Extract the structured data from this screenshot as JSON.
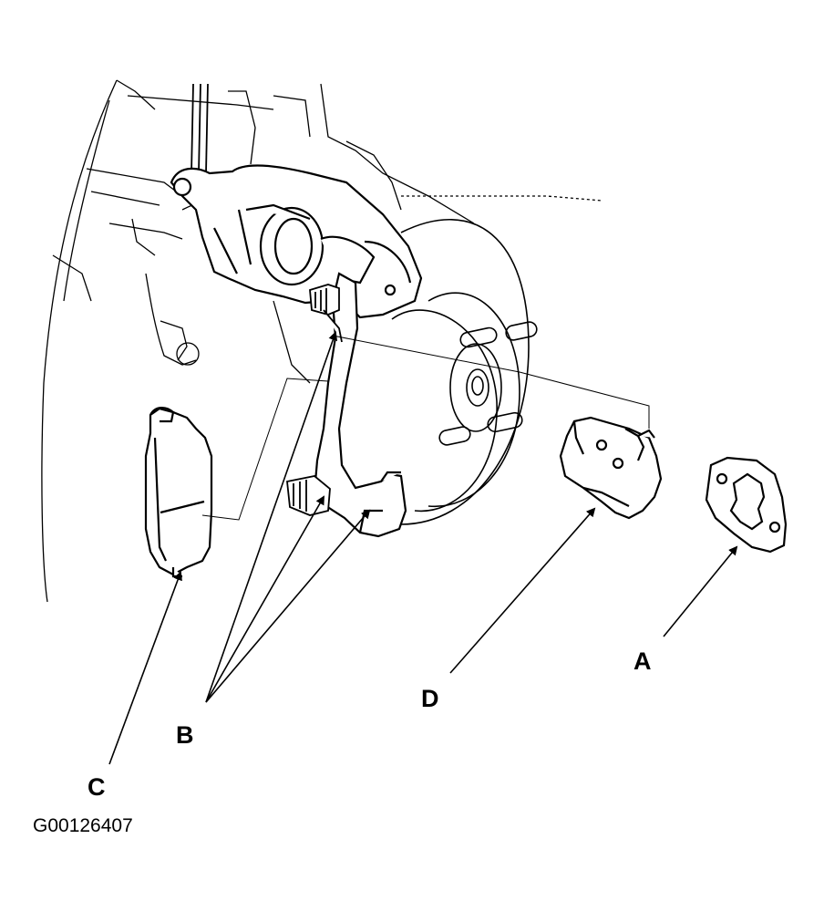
{
  "callouts": {
    "a": "A",
    "b": "B",
    "c": "C",
    "d": "D"
  },
  "figure_id": "G00126407",
  "colors": {
    "line": "#000000",
    "background": "#ffffff"
  }
}
